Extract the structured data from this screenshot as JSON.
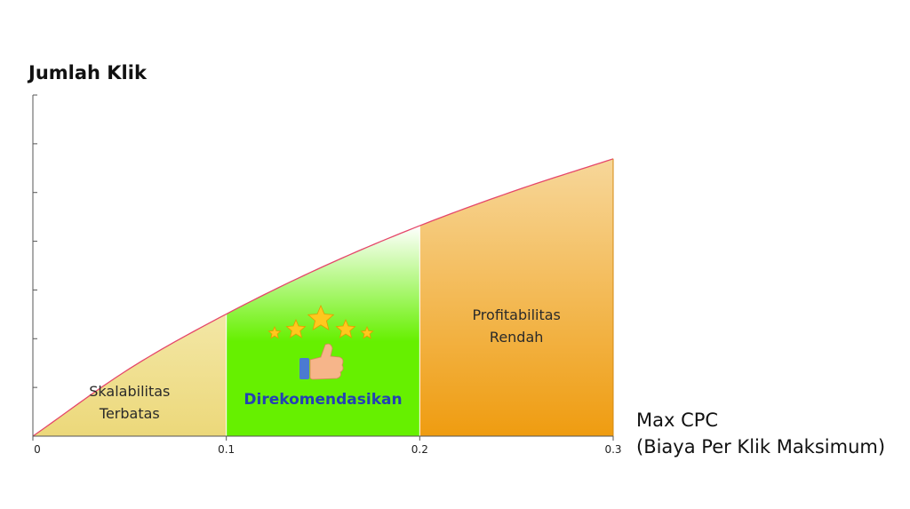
{
  "chart_data": {
    "type": "area",
    "title": "",
    "ylabel": "Jumlah Klik",
    "xlabel_line1": "Max CPC",
    "xlabel_line2": "(Biaya Per Klik Maksimum)",
    "x_ticks": [
      "0",
      "0.1",
      "0.2",
      "0.3"
    ],
    "xlim": [
      0,
      0.3
    ],
    "ylim": [
      0,
      1
    ],
    "grid": false,
    "y_tick_count": 7,
    "curve": {
      "x": [
        0,
        0.05,
        0.1,
        0.15,
        0.2,
        0.25,
        0.3
      ],
      "y": [
        0,
        0.198,
        0.358,
        0.497,
        0.617,
        0.721,
        0.813
      ]
    },
    "regions": [
      {
        "x0": 0,
        "x1": 0.1,
        "label_lines": [
          "Skalabilitas",
          "Terbatas"
        ],
        "color_top": "#f3e7a6",
        "color_bottom": "#ecd87a"
      },
      {
        "x0": 0.1,
        "x1": 0.2,
        "label_lines": [
          "Direkomendasikan"
        ],
        "color_top": "#ffffff",
        "color_bottom": "#66f000",
        "label_color": "#2441b4"
      },
      {
        "x0": 0.2,
        "x1": 0.3,
        "label_lines": [
          "Profitabilitas",
          "Rendah"
        ],
        "color_top": "#f7d79a",
        "color_bottom": "#ef9c10"
      }
    ],
    "curve_color": "#e5476a",
    "icon": "thumbs-up-with-stars-icon"
  }
}
